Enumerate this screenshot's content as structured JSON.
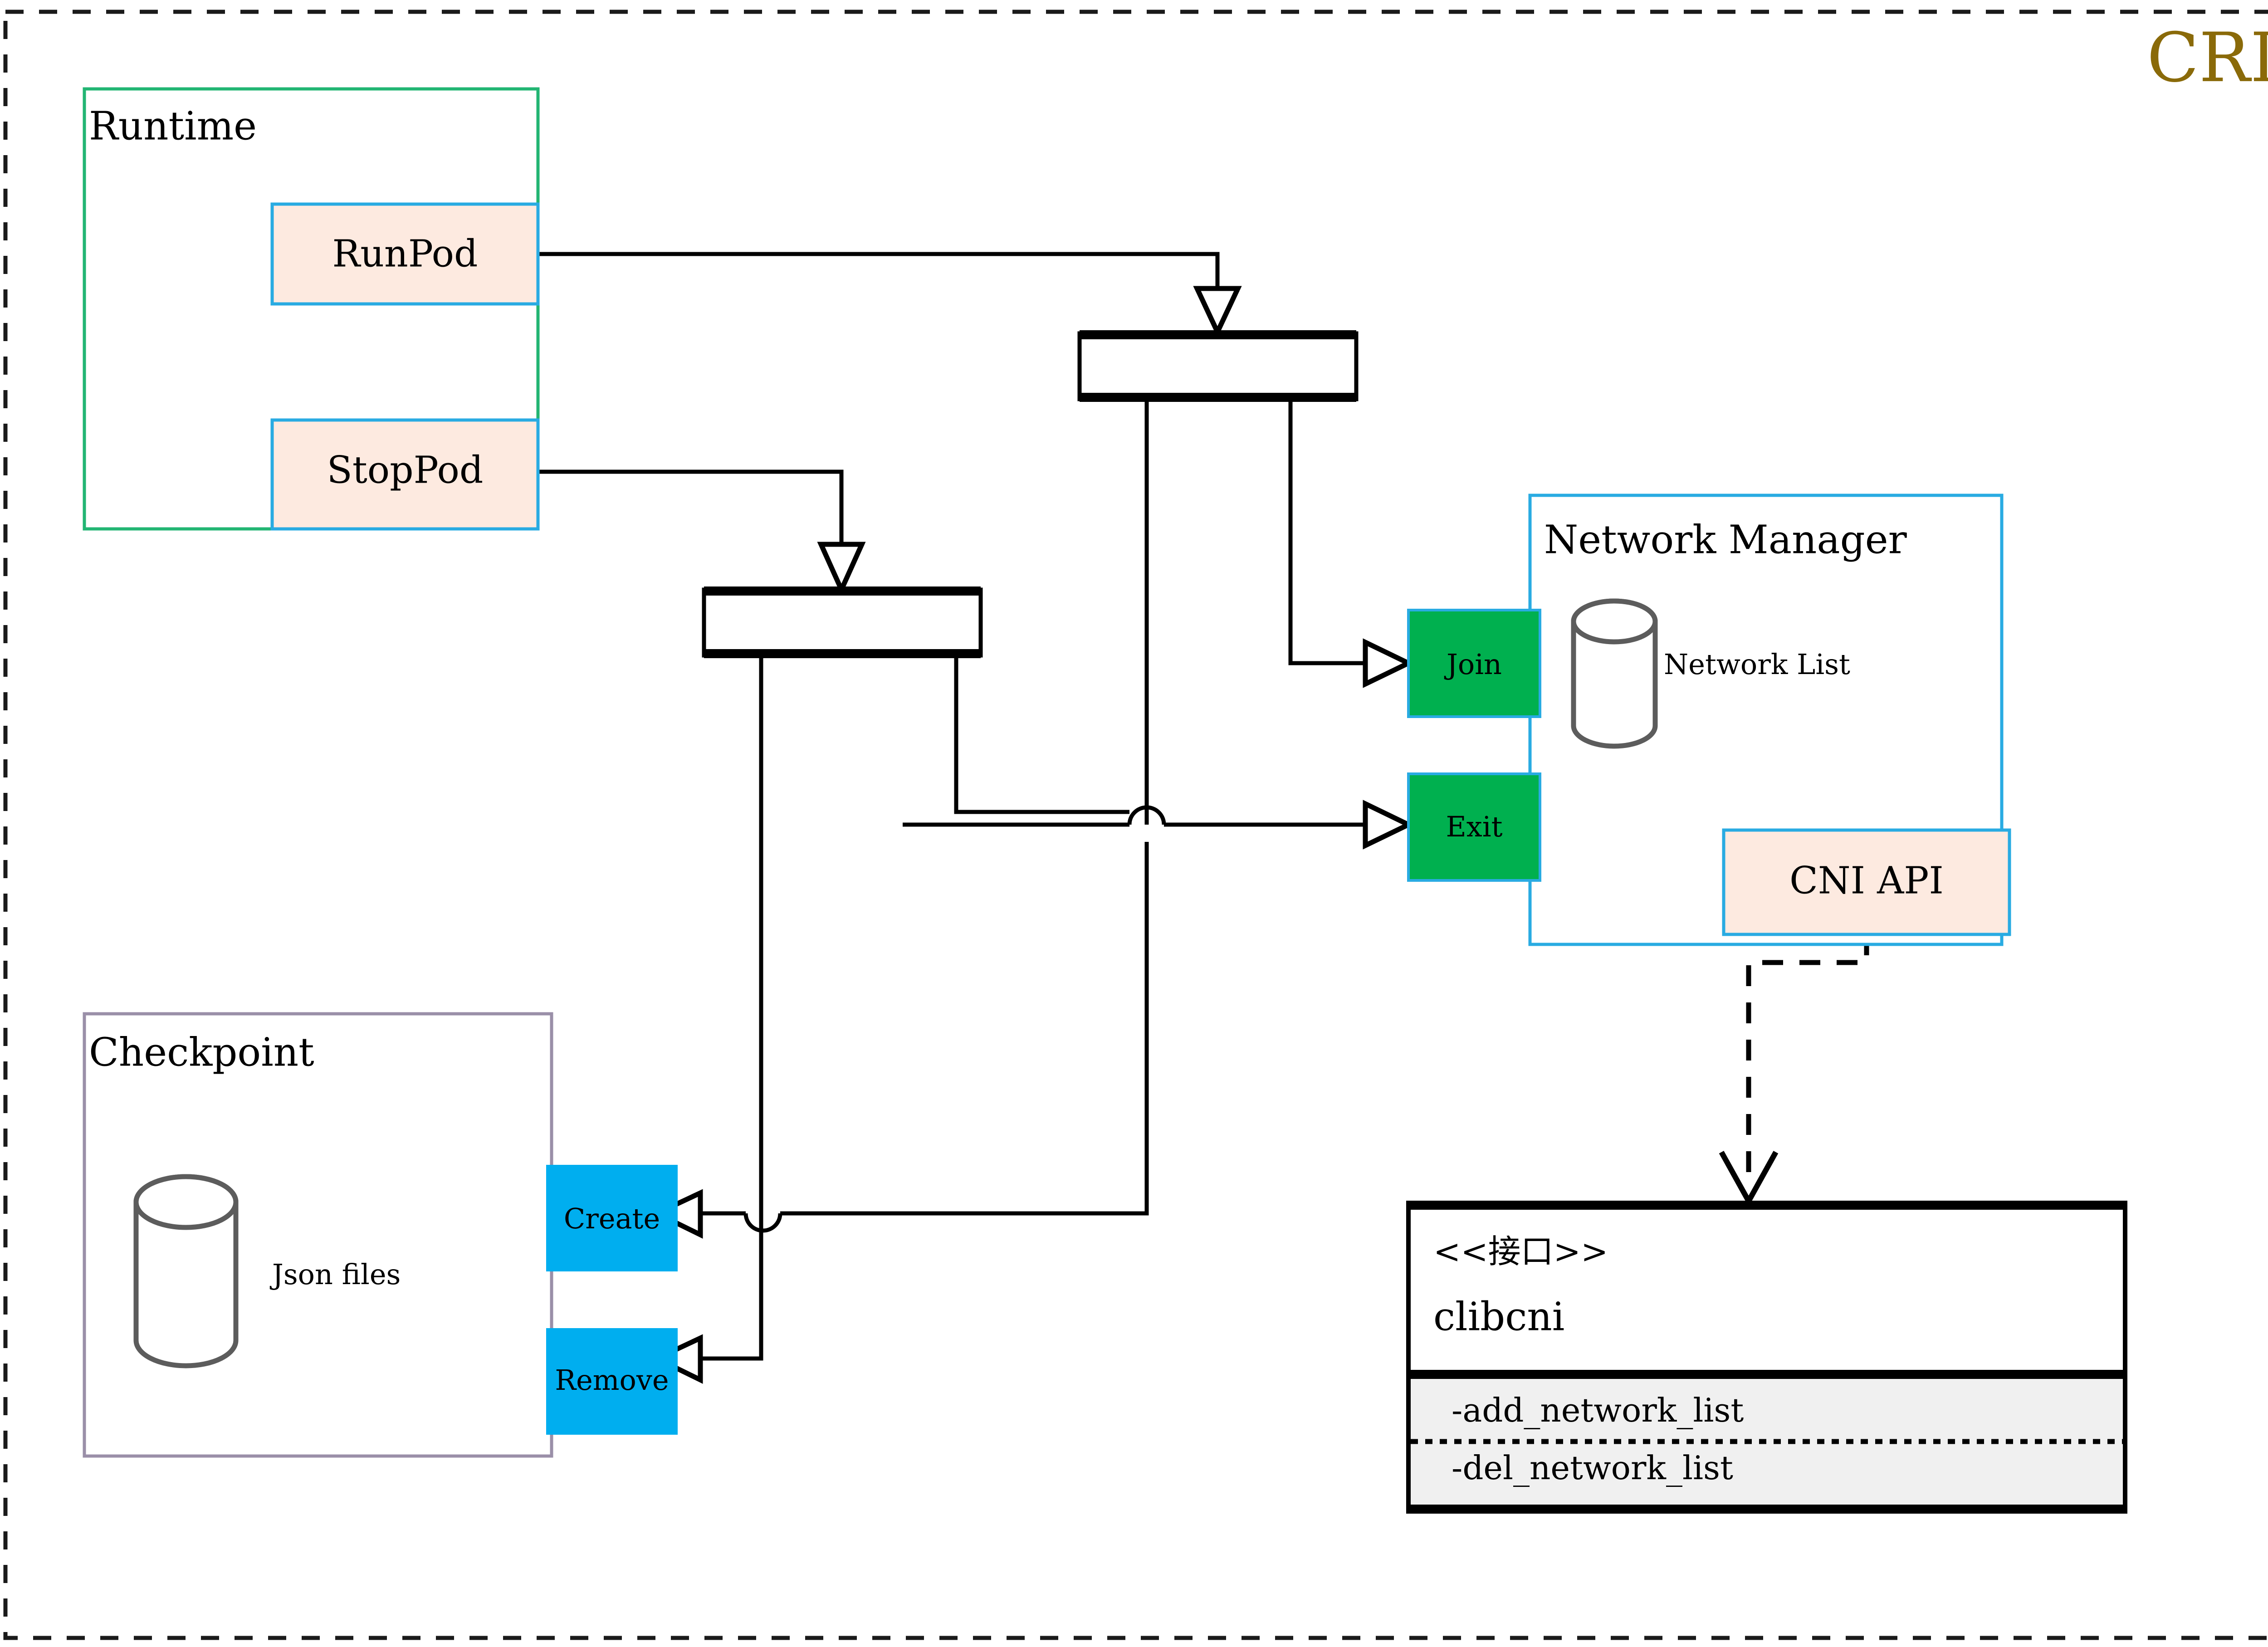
{
  "title": "CRI",
  "title_color": "#8a6a09",
  "colors": {
    "peach_fill": "#fdeae0",
    "blue_border": "#29abe2",
    "green_border": "#22b573",
    "green_fill": "#00b04f",
    "cyan_fill": "#00aeef",
    "purple_border": "#9a8fa8",
    "gray_cyl": "#5c5c5c",
    "method_band": "#f0f0f0",
    "line": "#000000"
  },
  "groups": {
    "runtime": {
      "label": "Runtime",
      "nodes": [
        {
          "label": "RunPod"
        },
        {
          "label": "StopPod"
        }
      ]
    },
    "checkpoint": {
      "label": "Checkpoint",
      "store_label": "Json files"
    },
    "network_manager": {
      "label": "Network Manager",
      "store_label": "Network List",
      "api_label": "CNI API"
    }
  },
  "actions": {
    "join": "Join",
    "exit": "Exit",
    "create": "Create",
    "remove": "Remove"
  },
  "interface": {
    "stereotype": "<<接口>>",
    "name": "clibcni",
    "methods": [
      "-add_network_list",
      "-del_network_list"
    ]
  }
}
